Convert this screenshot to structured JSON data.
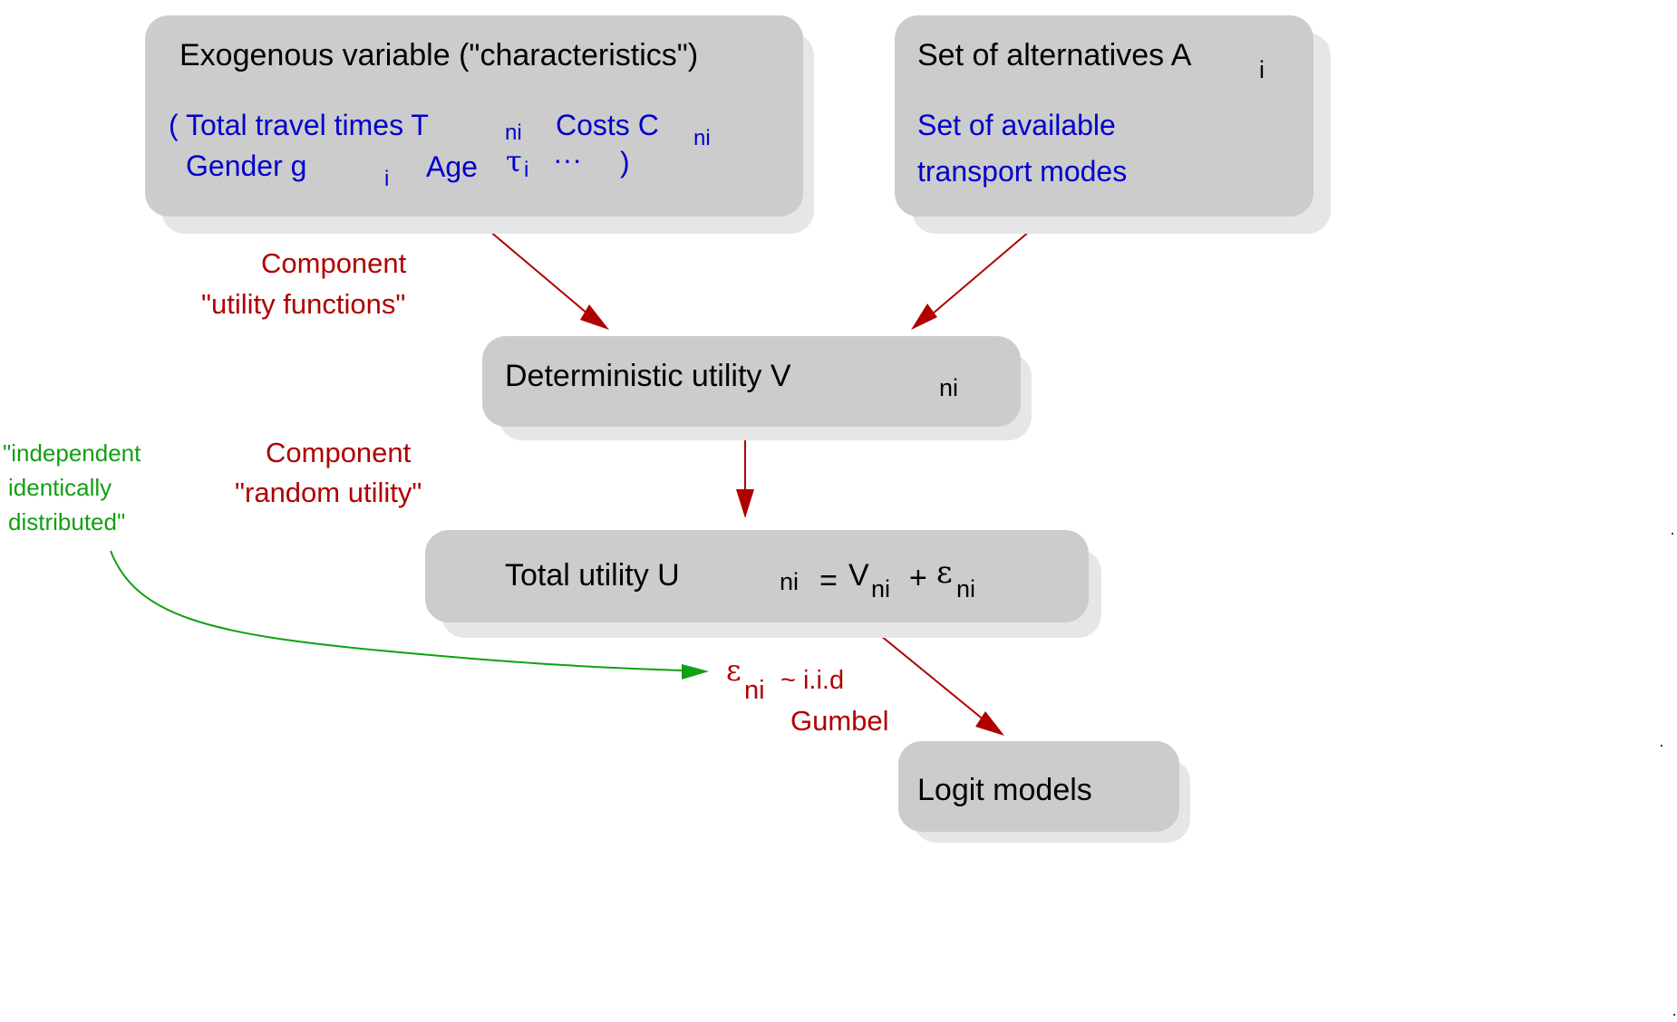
{
  "diagram": {
    "nodes": {
      "exogenous": {
        "title": "Exogenous variable (\"characteristics\")",
        "open_paren": "(",
        "total_travel_times": "Total travel times T",
        "ni_sub_1": "ni",
        "costs": "Costs C",
        "ni_sub_2": "ni",
        "gender": "Gender g",
        "i_sub_1": "i",
        "age": "Age",
        "tau": "τ",
        "tau_sub": "i",
        "ellipsis": "···",
        "close_paren": ")"
      },
      "alternatives": {
        "title": "Set of alternatives A",
        "title_sub": "i",
        "desc_line1": "Set of available",
        "desc_line2": "transport modes"
      },
      "deterministic": {
        "title": "Deterministic utility V",
        "title_sub": "ni"
      },
      "total": {
        "title": "Total utility U",
        "sub_u": "ni",
        "equals": "=",
        "v": "V",
        "sub_v": "ni",
        "plus": "+",
        "eps": "ε",
        "sub_eps": "ni"
      },
      "logit": {
        "title": "Logit models"
      }
    },
    "labels": {
      "component_utility_line1": "Component",
      "component_utility_line2": "\"utility functions\"",
      "component_random_line1": "Component",
      "component_random_line2": "\"random utility\"",
      "iid_line1": "\"independent",
      "iid_line2": "identically",
      "iid_line3": "distributed\"",
      "eps": "ε",
      "eps_sub": "ni",
      "iid_text": "~ i.i.d",
      "gumbel": "Gumbel"
    },
    "colors": {
      "box_fill": "#cccccc",
      "box_shadow": "#e6e6e6",
      "dark_text": "#000000",
      "blue_text": "#0000cc",
      "red_text_and_arrows": "#b00000",
      "green_text_and_arrow": "#11a011"
    }
  }
}
